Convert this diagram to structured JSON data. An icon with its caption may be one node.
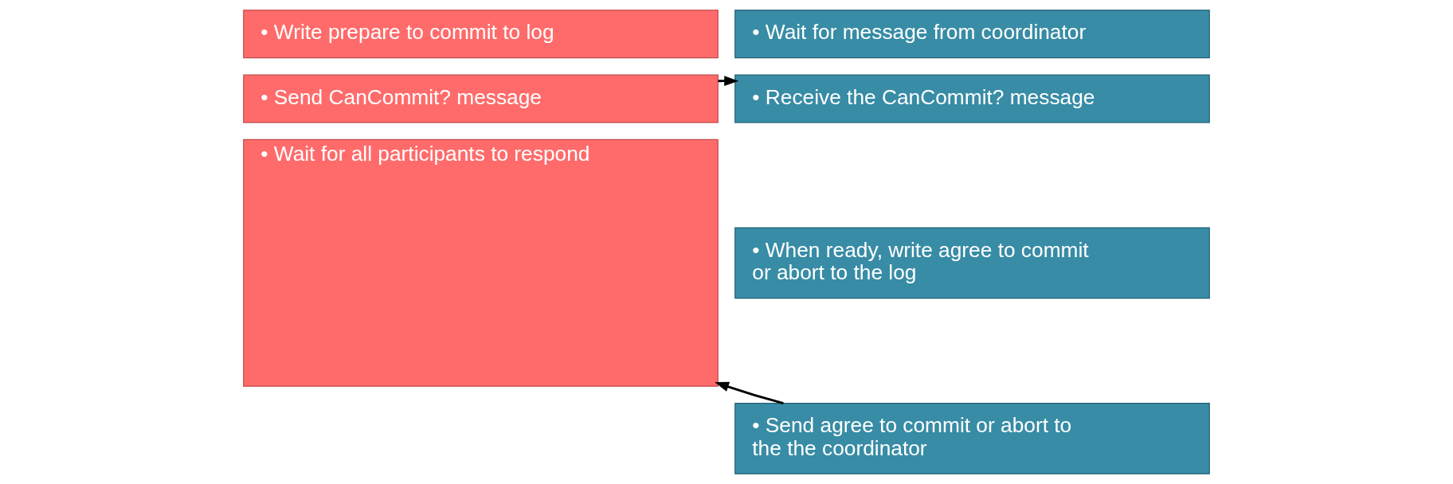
{
  "diagram": {
    "nodes": [
      {
        "text": [
          "• Write prepare to commit to log"
        ]
      },
      {
        "text": [
          "• Wait for message from coordinator"
        ]
      },
      {
        "text": [
          "• Send CanCommit? message"
        ]
      },
      {
        "text": [
          "• Receive the CanCommit? message"
        ]
      },
      {
        "text": [
          "• Wait for all participants to respond"
        ]
      },
      {
        "text": [
          "• When ready, write agree to commit or abort to the log"
        ]
      },
      {
        "text": [
          "• Send agree to commit or abort to the the coordinator"
        ]
      }
    ],
    "edges": [
      {
        "from": 2,
        "to": 3,
        "arrow": "to"
      },
      {
        "from": 6,
        "to": 4,
        "arrow": "to"
      }
    ]
  }
}
